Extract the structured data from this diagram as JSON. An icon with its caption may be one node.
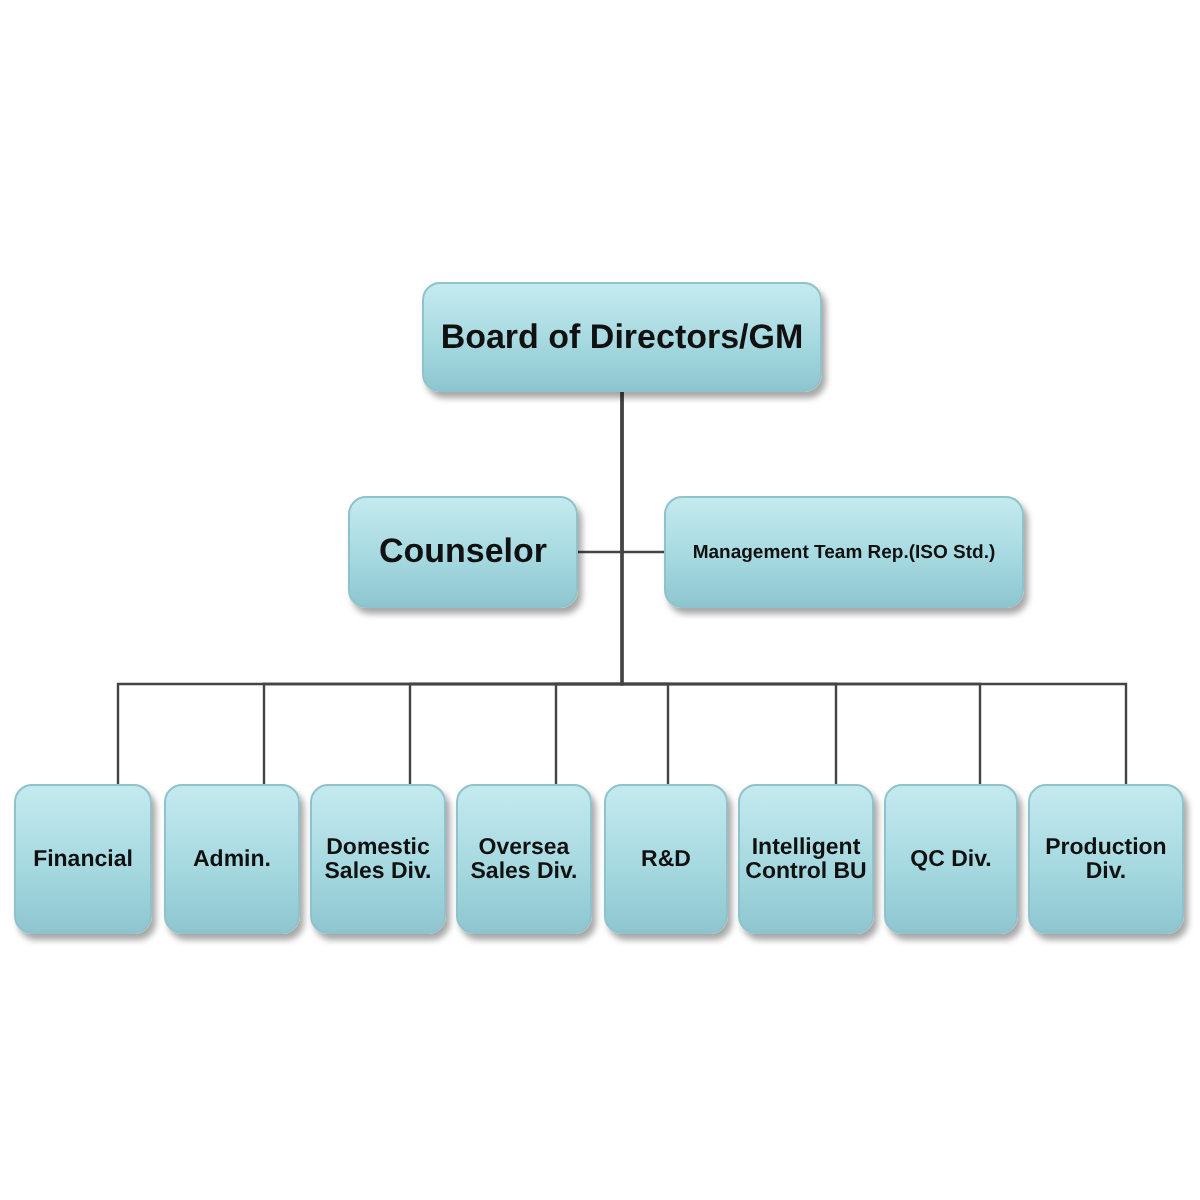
{
  "diagram": {
    "nodes": [
      {
        "text": [
          "Board of  Directors/GM"
        ]
      },
      {
        "text": [
          "Counselor"
        ]
      },
      {
        "text": [
          "Management  Team Rep.(ISO Std.)"
        ]
      },
      {
        "text": [
          "Financial"
        ]
      },
      {
        "text": [
          "Admin."
        ]
      },
      {
        "text": [
          "Domestic Sales Div."
        ]
      },
      {
        "text": [
          "Oversea Sales Div."
        ]
      },
      {
        "text": [
          "R&D"
        ]
      },
      {
        "text": [
          "Intelligent Control BU"
        ]
      },
      {
        "text": [
          "QC Div."
        ]
      },
      {
        "text": [
          "Production Div."
        ]
      }
    ],
    "edges": [
      {
        "from": 0,
        "to": 1,
        "arrow": "none"
      },
      {
        "from": 0,
        "to": 2,
        "arrow": "none"
      },
      {
        "from": 0,
        "to": 3,
        "arrow": "none"
      },
      {
        "from": 0,
        "to": 4,
        "arrow": "none"
      },
      {
        "from": 0,
        "to": 5,
        "arrow": "none"
      },
      {
        "from": 0,
        "to": 6,
        "arrow": "none"
      },
      {
        "from": 0,
        "to": 7,
        "arrow": "none"
      },
      {
        "from": 0,
        "to": 8,
        "arrow": "none"
      },
      {
        "from": 0,
        "to": 9,
        "arrow": "none"
      },
      {
        "from": 0,
        "to": 10,
        "arrow": "none"
      }
    ]
  }
}
